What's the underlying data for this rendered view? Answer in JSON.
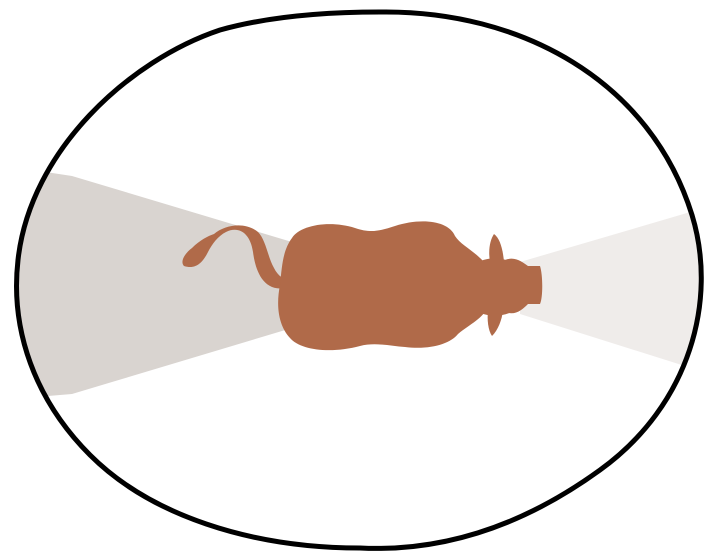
{
  "diagram": {
    "shapes": [
      {
        "name": "enclosure",
        "kind": "oval-outline",
        "fill": "#ffffff",
        "stroke": "#000000"
      },
      {
        "name": "rear-zone",
        "kind": "wedge",
        "fill": "#d9d4d0"
      },
      {
        "name": "front-zone",
        "kind": "wedge",
        "fill": "#efecea"
      },
      {
        "name": "animal",
        "kind": "cow-silhouette-top-view",
        "fill": "#b06a49"
      }
    ],
    "colors": {
      "outline": "#000000",
      "background": "#ffffff",
      "rear_zone": "#d9d4d0",
      "front_zone": "#efecea",
      "animal": "#b06a49"
    }
  }
}
